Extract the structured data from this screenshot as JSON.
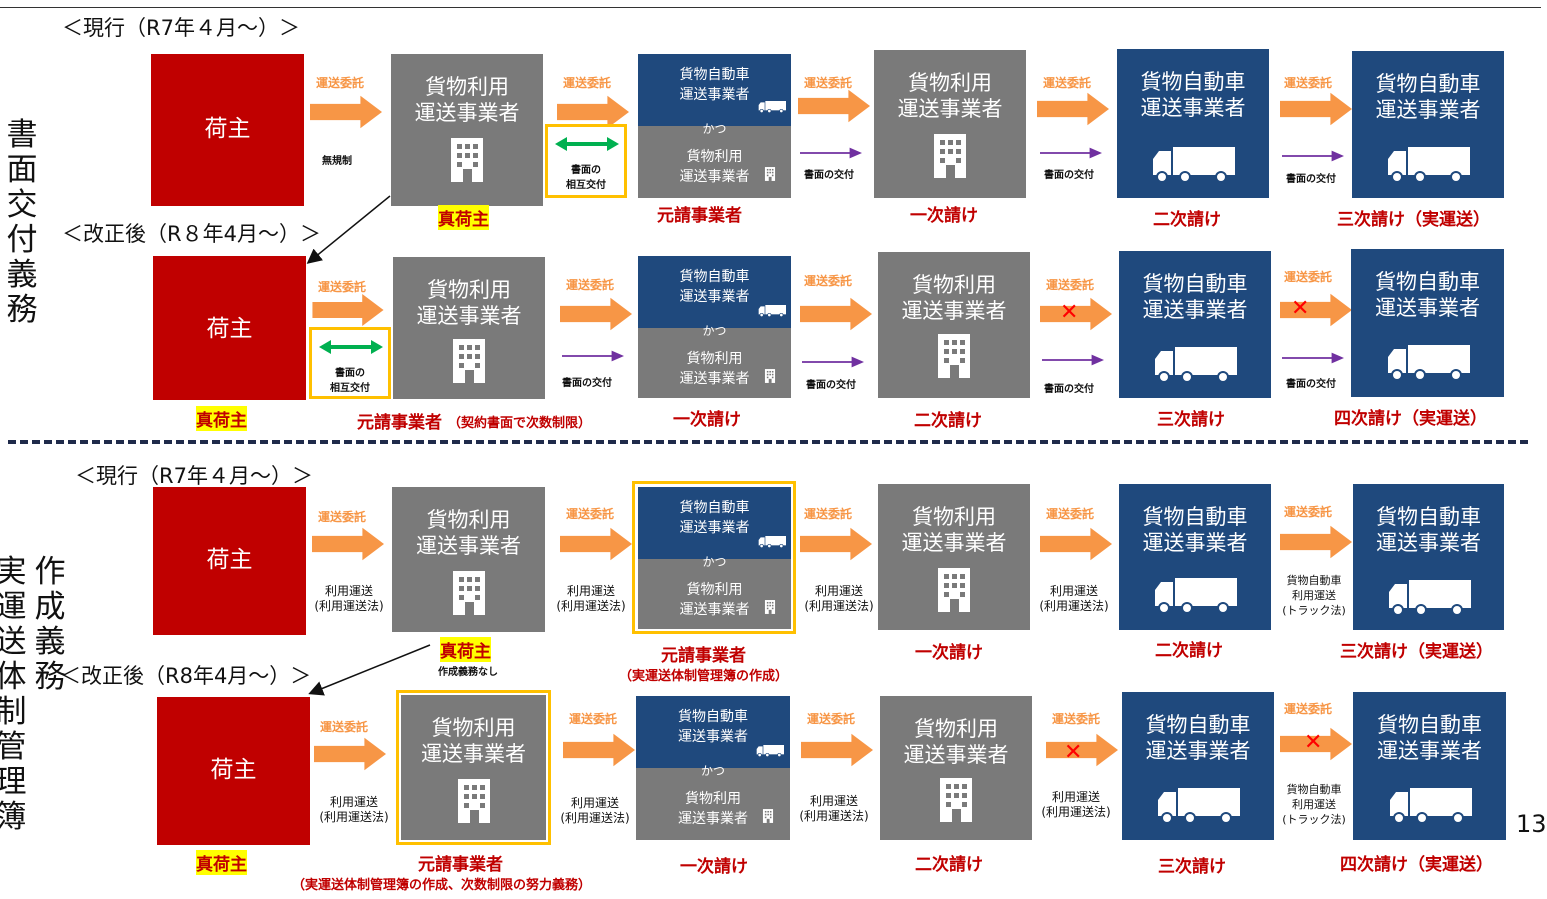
{
  "section1": {
    "vertical_label": "書面交付義務",
    "current_heading": "＜現行（R7年４月～）＞",
    "revised_heading": "＜改正後（R８年4月～）＞"
  },
  "section2": {
    "vertical_label_1": "作成義務",
    "vertical_label_2": "実運送体制管理簿",
    "current_heading": "＜現行（R7年４月～）＞",
    "revised_heading": "＜改正後（R8年4月～）＞"
  },
  "boxes": {
    "shipper": "荷主",
    "forwarder_l1": "貨物利用",
    "forwarder_l2": "運送事業者",
    "trucking_l1": "貨物自動車",
    "trucking_l2": "運送事業者",
    "split_top_l1": "貨物自動車",
    "split_top_l2": "運送事業者",
    "split_and": "かつ",
    "split_bot_l1": "貨物利用",
    "split_bot_l2": "運送事業者"
  },
  "arrows": {
    "consign": "運送委託",
    "no_regulation": "無規制",
    "mutual_l1": "書面の",
    "mutual_l2": "相互交付",
    "doc_delivery": "書面の交付",
    "use_transport_l1": "利用運送",
    "use_transport_l2": "(利用運送法)",
    "truck_use_l1": "貨物自動車",
    "truck_use_l2": "利用運送",
    "truck_use_l3": "(トラック法)",
    "cross": "✕"
  },
  "labels": {
    "true_shipper": "真荷主",
    "prime": "元請事業者",
    "prime_limit_note": "（契約書面で次数制限）",
    "first": "一次請け",
    "second": "二次請け",
    "third_actual": "三次請け（実運送）",
    "third": "三次請け",
    "fourth_actual": "四次請け（実運送）",
    "no_obligation": "作成義務なし",
    "ledger_note": "（実運送体制管理簿の作成）",
    "ledger_limit_note": "（実運送体制管理簿の作成、次数制限の努力義務）"
  },
  "page_number": "13",
  "colors": {
    "shipper_red": "#c00000",
    "forwarder_gray": "#7a7a7a",
    "trucking_navy": "#1f497d",
    "arrow_orange": "#f79646",
    "doc_purple": "#7030a0",
    "mutual_green": "#00b050",
    "highlight_yellow": "#ffff00",
    "frame_gold": "#ffc000"
  }
}
